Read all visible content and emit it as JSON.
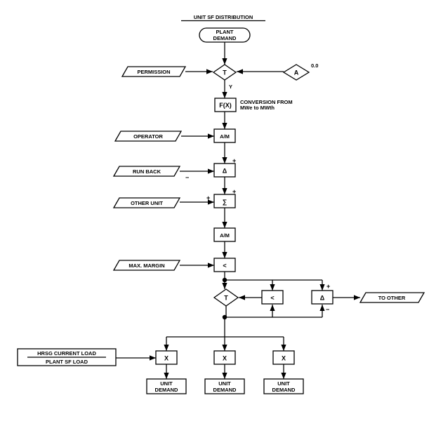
{
  "title": "UNIT SF DISTRIBUTION",
  "start": {
    "line1": "PLANT",
    "line2": "DEMAND"
  },
  "inputs": {
    "permission": "PERMISSION",
    "operator": "OPERATOR",
    "run_back": "RUN BACK",
    "other_unit": "OTHER UNIT",
    "max_margin": "MAX. MARGIN",
    "to_other": "TO OTHER"
  },
  "ratio": {
    "numerator": "HRSG CURRENT LOAD",
    "denominator": "PLANT SF LOAD"
  },
  "blocks": {
    "transfer": "T",
    "a": "A",
    "a_value": "0.0",
    "y": "Y",
    "fx": "F(X)",
    "conversion_line1": "CONVERSION FROM",
    "conversion_line2": "MWe to MWth",
    "am": "A/M",
    "delta": "Δ",
    "sum": "∑",
    "min": "<",
    "mult": "X",
    "plus": "+",
    "minus": "−"
  },
  "outputs": [
    {
      "line1": "UNIT",
      "line2": "DEMAND"
    },
    {
      "line1": "UNIT",
      "line2": "DEMAND"
    },
    {
      "line1": "UNIT",
      "line2": "DEMAND"
    }
  ]
}
